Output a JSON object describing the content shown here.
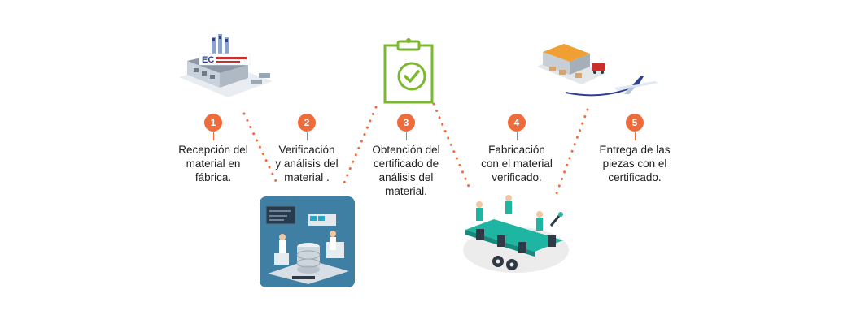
{
  "colors": {
    "accent": "#ee6b3b",
    "check_green": "#7cb82f",
    "teal": "#1fb5a3",
    "panel_blue": "#3e7fa3"
  },
  "steps": [
    {
      "number": "1",
      "label": "Recepción del\nmaterial en\nfábrica.",
      "icon": "factory-illustration"
    },
    {
      "number": "2",
      "label": "Verificación\ny análisis del\nmaterial .",
      "icon": "laboratory-illustration"
    },
    {
      "number": "3",
      "label": "Obtención del\ncertificado de\nanálisis del\nmaterial.",
      "icon": "clipboard-check-icon"
    },
    {
      "number": "4",
      "label": "Fabricación\ncon el material\nverificado.",
      "icon": "production-line-illustration"
    },
    {
      "number": "5",
      "label": "Entrega de las\npiezas con el\ncertificado.",
      "icon": "logistics-illustration"
    }
  ],
  "factory_sign": "EC"
}
